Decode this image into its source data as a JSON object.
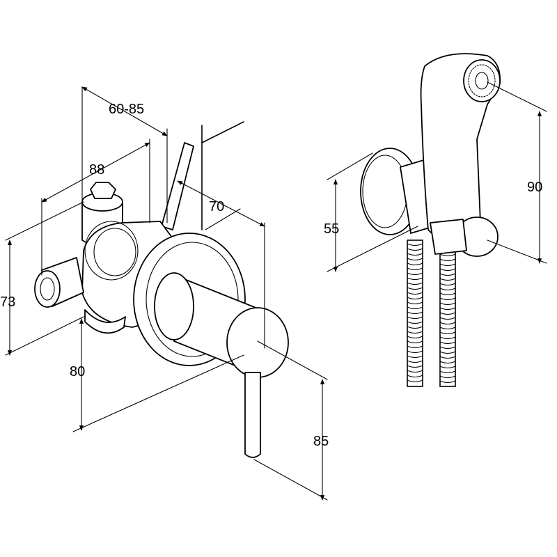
{
  "dimensions": {
    "d_60_85": "60-85",
    "d_88": "88",
    "d_70": "70",
    "d_73": "73",
    "d_80": "80",
    "d_85": "85",
    "d_55": "55",
    "d_90": "90"
  }
}
